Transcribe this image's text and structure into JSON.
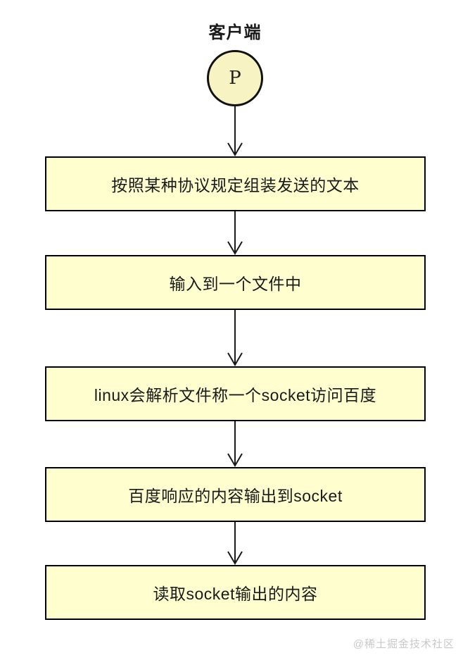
{
  "diagram": {
    "title": "客户端",
    "start_node": {
      "label": "P",
      "shape": "circle"
    },
    "steps": [
      {
        "label": "按照某种协议规定组装发送的文本"
      },
      {
        "label": "输入到一个文件中"
      },
      {
        "label": "linux会解析文件称一个socket访问百度"
      },
      {
        "label": "百度响应的内容输出到socket"
      },
      {
        "label": "读取socket输出的内容"
      }
    ],
    "colors": {
      "step_fill": "#FEFECE",
      "circle_fill": "#F7F3C2",
      "border": "#000000",
      "arrow": "#1A1A1A",
      "watermark_text": "#C9C9C9",
      "background": "#FFFFFF"
    }
  },
  "watermark": {
    "text": "@稀土掘金技术社区"
  }
}
